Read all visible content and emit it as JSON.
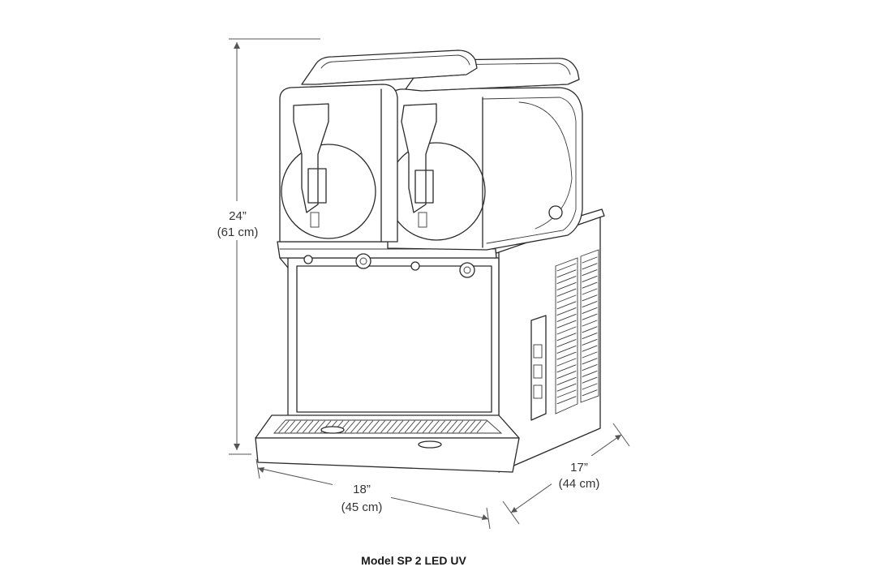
{
  "dimensions": {
    "height": {
      "imperial": "24”",
      "metric": "(61 cm)"
    },
    "width": {
      "imperial": "18”",
      "metric": "(45 cm)"
    },
    "depth": {
      "imperial": "17”",
      "metric": "(44 cm)"
    }
  },
  "caption": "Model SP 2 LED UV",
  "colors": {
    "line": "#2a2a2a",
    "dimension": "#555555",
    "background": "#ffffff"
  }
}
